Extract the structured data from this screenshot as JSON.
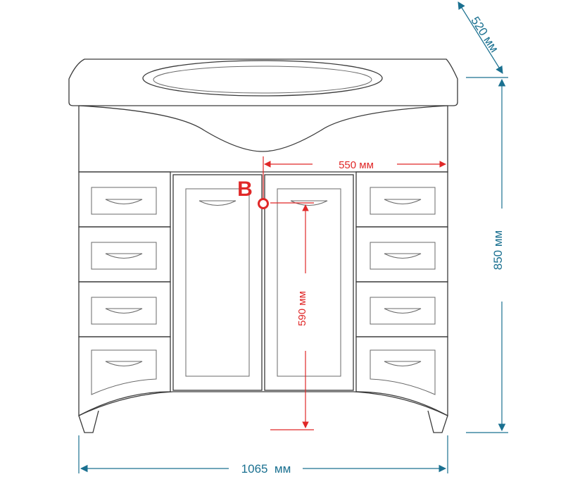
{
  "dimensions": {
    "width": "1065  мм",
    "height": "850 мм",
    "depth": "520 мм",
    "drain_height": "590 мм",
    "drain_offset": "550 мм"
  },
  "point_label": "В",
  "colors": {
    "blue": "#1a7090",
    "red": "#e02828",
    "outline": "#3a3a3a"
  }
}
